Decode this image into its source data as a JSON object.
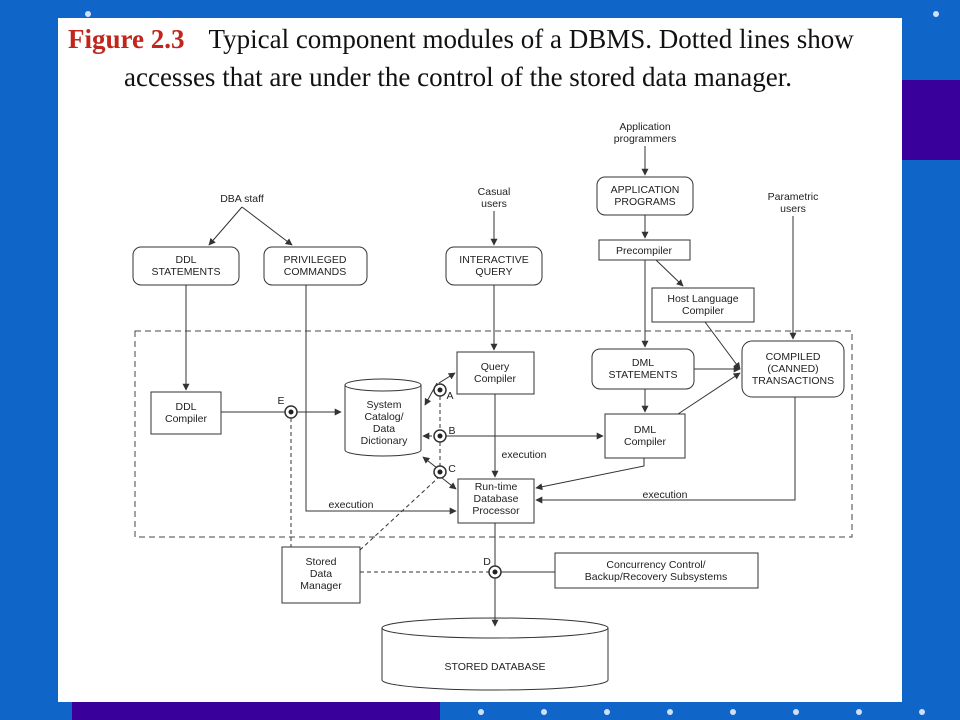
{
  "caption": {
    "figure_label": "Figure 2.3",
    "line1": "Typical component modules of a DBMS. Dotted lines show",
    "line2": "accesses that are under the control of the stored data manager."
  },
  "users": {
    "dba": "DBA staff",
    "casual_1": "Casual",
    "casual_2": "users",
    "app_1": "Application",
    "app_2": "programmers",
    "param_1": "Parametric",
    "param_2": "users"
  },
  "modules": {
    "ddl_statements_1": "DDL",
    "ddl_statements_2": "STATEMENTS",
    "privileged_1": "PRIVILEGED",
    "privileged_2": "COMMANDS",
    "interactive_1": "INTERACTIVE",
    "interactive_2": "QUERY",
    "app_programs_1": "APPLICATION",
    "app_programs_2": "PROGRAMS",
    "precompiler": "Precompiler",
    "host_lang_1": "Host Language",
    "host_lang_2": "Compiler",
    "ddl_compiler_1": "DDL",
    "ddl_compiler_2": "Compiler",
    "catalog_1": "System",
    "catalog_2": "Catalog/",
    "catalog_3": "Data",
    "catalog_4": "Dictionary",
    "query_compiler_1": "Query",
    "query_compiler_2": "Compiler",
    "dml_statements_1": "DML",
    "dml_statements_2": "STATEMENTS",
    "dml_compiler_1": "DML",
    "dml_compiler_2": "Compiler",
    "compiled_1": "COMPILED",
    "compiled_2": "(CANNED)",
    "compiled_3": "TRANSACTIONS",
    "runtime_1": "Run-time",
    "runtime_2": "Database",
    "runtime_3": "Processor",
    "stored_dm_1": "Stored",
    "stored_dm_2": "Data",
    "stored_dm_3": "Manager",
    "concurrency_1": "Concurrency Control/",
    "concurrency_2": "Backup/Recovery Subsystems",
    "stored_db": "STORED DATABASE"
  },
  "edge_labels": {
    "execution": "execution",
    "a": "A",
    "b": "B",
    "c": "C",
    "d": "D",
    "e": "E"
  }
}
